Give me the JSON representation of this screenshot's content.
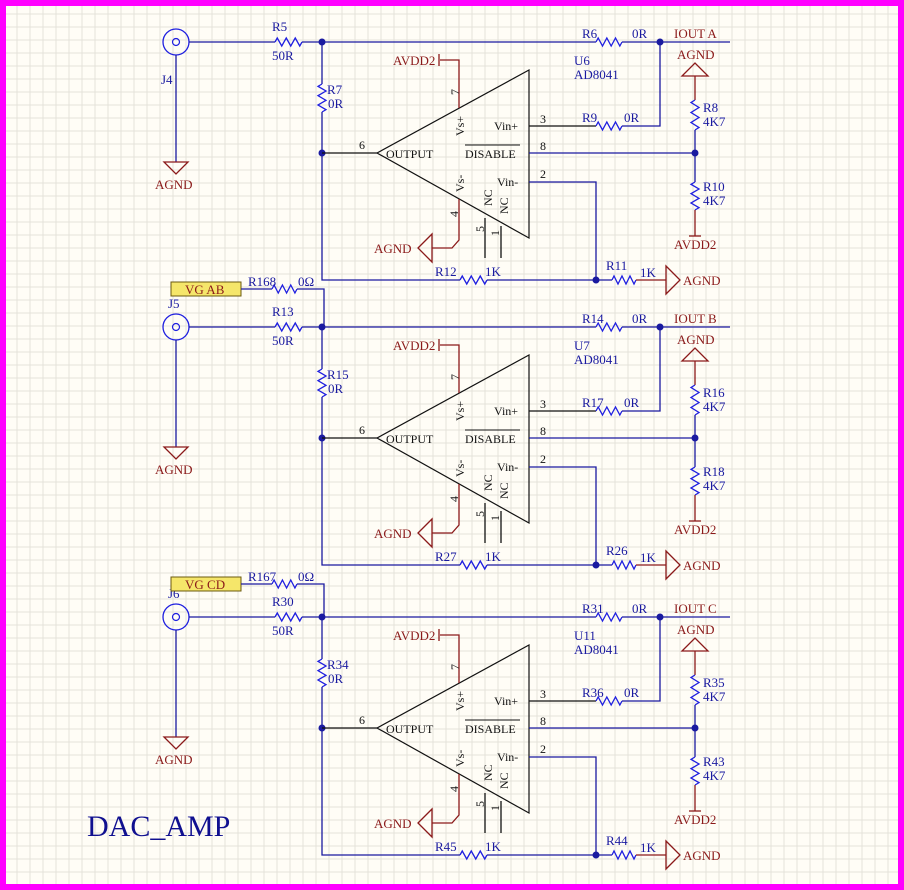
{
  "sheet_title": "DAC_AMP",
  "colors": {
    "border": "#ff00ff",
    "background": "#fffdf6",
    "wire": "#1a1aa0",
    "power": "#8b1a1a",
    "component": "#1f1fe0",
    "label_fill": "#f5e66a"
  },
  "blocks": [
    {
      "connector": "J4",
      "input_res": {
        "ref": "R5",
        "value": "50R"
      },
      "shunt_res": {
        "ref": "R7",
        "value": "0R"
      },
      "out_series": {
        "ref": "R6",
        "value": "0R"
      },
      "out_port": "IOUT_A",
      "vinp_res": {
        "ref": "R9",
        "value": "0R"
      },
      "opamp": {
        "ref": "U6",
        "part": "AD8041"
      },
      "pullup": {
        "ref": "R8",
        "value": "4K7"
      },
      "pulldown": {
        "ref": "R10",
        "value": "4K7"
      },
      "fb_res": {
        "ref": "R12",
        "value": "1K"
      },
      "gnd_res": {
        "ref": "R11",
        "value": "1K"
      },
      "net_label": null,
      "net_res": null
    },
    {
      "connector": "J5",
      "input_res": {
        "ref": "R13",
        "value": "50R"
      },
      "shunt_res": {
        "ref": "R15",
        "value": "0R"
      },
      "out_series": {
        "ref": "R14",
        "value": "0R"
      },
      "out_port": "IOUT_B",
      "vinp_res": {
        "ref": "R17",
        "value": "0R"
      },
      "opamp": {
        "ref": "U7",
        "part": "AD8041"
      },
      "pullup": {
        "ref": "R16",
        "value": "4K7"
      },
      "pulldown": {
        "ref": "R18",
        "value": "4K7"
      },
      "fb_res": {
        "ref": "R27",
        "value": "1K"
      },
      "gnd_res": {
        "ref": "R26",
        "value": "1K"
      },
      "net_label": "VG_AB",
      "net_res": {
        "ref": "R168",
        "value": "0Ω"
      }
    },
    {
      "connector": "J6",
      "input_res": {
        "ref": "R30",
        "value": "50R"
      },
      "shunt_res": {
        "ref": "R34",
        "value": "0R"
      },
      "out_series": {
        "ref": "R31",
        "value": "0R"
      },
      "out_port": "IOUT_C",
      "vinp_res": {
        "ref": "R36",
        "value": "0R"
      },
      "opamp": {
        "ref": "U11",
        "part": "AD8041"
      },
      "pullup": {
        "ref": "R35",
        "value": "4K7"
      },
      "pulldown": {
        "ref": "R43",
        "value": "4K7"
      },
      "fb_res": {
        "ref": "R45",
        "value": "1K"
      },
      "gnd_res": {
        "ref": "R44",
        "value": "1K"
      },
      "net_label": "VG_CD",
      "net_res": {
        "ref": "R167",
        "value": "0Ω"
      }
    }
  ],
  "opamp_pins": {
    "vs_plus": {
      "name": "Vs+",
      "num": "7"
    },
    "vs_minus": {
      "name": "Vs-",
      "num": "4"
    },
    "output": {
      "name": "OUTPUT",
      "num": "6"
    },
    "vin_plus": {
      "name": "Vin+",
      "num": "3"
    },
    "disable": {
      "name": "DISABLE",
      "num": "8"
    },
    "vin_minus": {
      "name": "Vin-",
      "num": "2"
    },
    "nc1": {
      "name": "NC",
      "num": "5"
    },
    "nc2": {
      "name": "NC",
      "num": "1"
    }
  },
  "power_nets": {
    "ground": "AGND",
    "supply": "AVDD2"
  }
}
